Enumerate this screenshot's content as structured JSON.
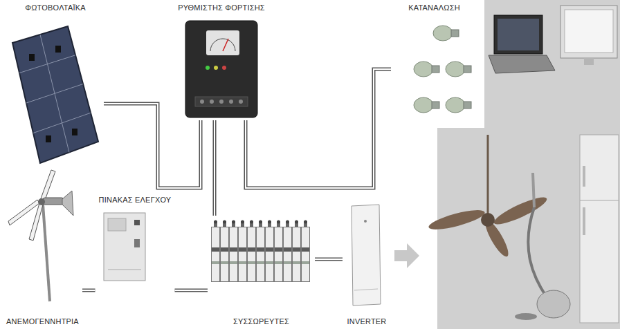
{
  "diagram": {
    "nodes": [
      {
        "text": [
          "ΦΩΤΟΒΟΛΤΑΪΚΑ"
        ]
      },
      {
        "text": [
          "ΡΥΘΜΙΣΤΗΣ ΦΟΡΤΙΣΗΣ"
        ]
      },
      {
        "text": [
          "ΚΑΤΑΝΑΛΩΣΗ"
        ]
      },
      {
        "text": [
          "ΑΝΕΜΟΓΕΝΝΗΤΡΙΑ"
        ]
      },
      {
        "text": [
          "ΠΙΝΑΚΑΣ ΕΛΕΓΧΟΥ"
        ]
      },
      {
        "text": [
          "ΣΥΣΣΩΡΕΥΤΕΣ"
        ]
      },
      {
        "text": [
          "INVERTER"
        ]
      }
    ],
    "edges": [
      {
        "from": 0,
        "to": 1,
        "arrow": "none"
      },
      {
        "from": 1,
        "to": 2,
        "arrow": "none"
      },
      {
        "from": 1,
        "to": 5,
        "arrow": "none"
      },
      {
        "from": 3,
        "to": 4,
        "arrow": "none"
      },
      {
        "from": 4,
        "to": 5,
        "arrow": "none"
      },
      {
        "from": 5,
        "to": 6,
        "arrow": "none"
      }
    ]
  }
}
